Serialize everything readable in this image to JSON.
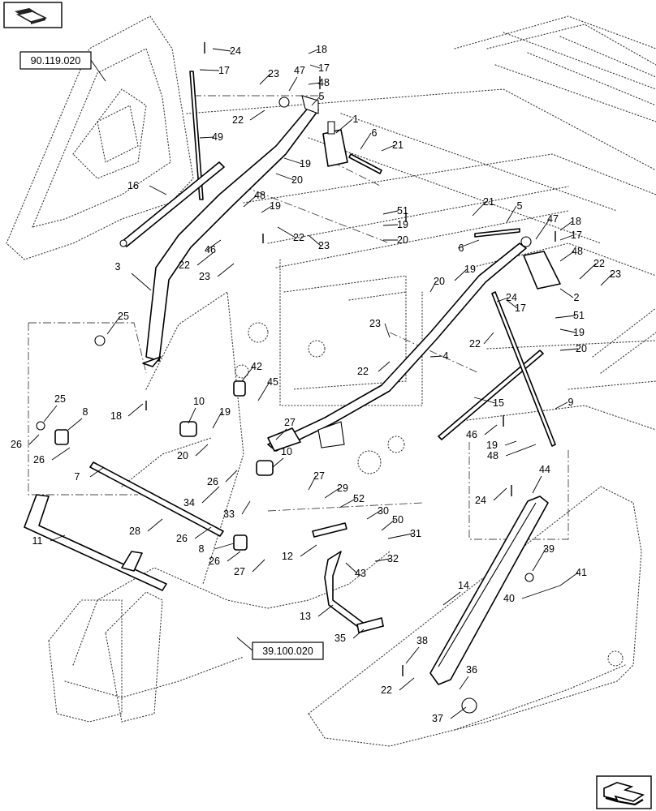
{
  "header": {
    "icon": "binder-book-icon"
  },
  "footer": {
    "icon": "next-page-arrow-icon"
  },
  "references": [
    {
      "id": "ref-top",
      "label": "90.119.020"
    },
    {
      "id": "ref-bottom",
      "label": "39.100.020"
    }
  ],
  "callouts": [
    {
      "id": "c24a",
      "label": "24"
    },
    {
      "id": "c17a",
      "label": "17"
    },
    {
      "id": "c18a",
      "label": "18"
    },
    {
      "id": "c23a",
      "label": "23"
    },
    {
      "id": "c47a",
      "label": "47"
    },
    {
      "id": "c17b",
      "label": "17"
    },
    {
      "id": "c48a",
      "label": "48"
    },
    {
      "id": "c5a",
      "label": "5"
    },
    {
      "id": "c22a",
      "label": "22"
    },
    {
      "id": "c1",
      "label": "1"
    },
    {
      "id": "c6a",
      "label": "6"
    },
    {
      "id": "c49",
      "label": "49"
    },
    {
      "id": "c21a",
      "label": "21"
    },
    {
      "id": "c19a",
      "label": "19"
    },
    {
      "id": "c20a",
      "label": "20"
    },
    {
      "id": "c16",
      "label": "16"
    },
    {
      "id": "c48b",
      "label": "48"
    },
    {
      "id": "c19b",
      "label": "19"
    },
    {
      "id": "c21b",
      "label": "21"
    },
    {
      "id": "c5b",
      "label": "5"
    },
    {
      "id": "c51a",
      "label": "51"
    },
    {
      "id": "c19c",
      "label": "19"
    },
    {
      "id": "c22b",
      "label": "22"
    },
    {
      "id": "c20b",
      "label": "20"
    },
    {
      "id": "c23b",
      "label": "23"
    },
    {
      "id": "c47b",
      "label": "47"
    },
    {
      "id": "c18b",
      "label": "18"
    },
    {
      "id": "c17c",
      "label": "17"
    },
    {
      "id": "c6b",
      "label": "6"
    },
    {
      "id": "c46a",
      "label": "46"
    },
    {
      "id": "c48c",
      "label": "48"
    },
    {
      "id": "c22c",
      "label": "22"
    },
    {
      "id": "c23c",
      "label": "23"
    },
    {
      "id": "c3",
      "label": "3"
    },
    {
      "id": "c19d",
      "label": "19"
    },
    {
      "id": "c20c",
      "label": "20"
    },
    {
      "id": "c22d",
      "label": "22"
    },
    {
      "id": "c23d",
      "label": "23"
    },
    {
      "id": "c24b",
      "label": "24"
    },
    {
      "id": "c2",
      "label": "2"
    },
    {
      "id": "c17d",
      "label": "17"
    },
    {
      "id": "c51b",
      "label": "51"
    },
    {
      "id": "c25a",
      "label": "25"
    },
    {
      "id": "c23e",
      "label": "23"
    },
    {
      "id": "c22e",
      "label": "22"
    },
    {
      "id": "c19e",
      "label": "19"
    },
    {
      "id": "c4",
      "label": "4"
    },
    {
      "id": "c20d",
      "label": "20"
    },
    {
      "id": "c22f",
      "label": "22"
    },
    {
      "id": "c42",
      "label": "42"
    },
    {
      "id": "c45",
      "label": "45"
    },
    {
      "id": "c15",
      "label": "15"
    },
    {
      "id": "c25b",
      "label": "25"
    },
    {
      "id": "c18c",
      "label": "18"
    },
    {
      "id": "c10a",
      "label": "10"
    },
    {
      "id": "c9",
      "label": "9"
    },
    {
      "id": "c19f",
      "label": "19"
    },
    {
      "id": "c8a",
      "label": "8"
    },
    {
      "id": "c27a",
      "label": "27"
    },
    {
      "id": "c46b",
      "label": "46"
    },
    {
      "id": "c26a",
      "label": "26"
    },
    {
      "id": "c20e",
      "label": "20"
    },
    {
      "id": "c10b",
      "label": "10"
    },
    {
      "id": "c19g",
      "label": "19"
    },
    {
      "id": "c26b",
      "label": "26"
    },
    {
      "id": "c48d",
      "label": "48"
    },
    {
      "id": "c7",
      "label": "7"
    },
    {
      "id": "c27b",
      "label": "27"
    },
    {
      "id": "c44",
      "label": "44"
    },
    {
      "id": "c26c",
      "label": "26"
    },
    {
      "id": "c29",
      "label": "29"
    },
    {
      "id": "c24c",
      "label": "24"
    },
    {
      "id": "c34",
      "label": "34"
    },
    {
      "id": "c33",
      "label": "33"
    },
    {
      "id": "c52",
      "label": "52"
    },
    {
      "id": "c30",
      "label": "30"
    },
    {
      "id": "c28",
      "label": "28"
    },
    {
      "id": "c26d",
      "label": "26"
    },
    {
      "id": "c50",
      "label": "50"
    },
    {
      "id": "c11",
      "label": "11"
    },
    {
      "id": "c8b",
      "label": "8"
    },
    {
      "id": "c31",
      "label": "31"
    },
    {
      "id": "c12",
      "label": "12"
    },
    {
      "id": "c39",
      "label": "39"
    },
    {
      "id": "c26e",
      "label": "26"
    },
    {
      "id": "c32",
      "label": "32"
    },
    {
      "id": "c27c",
      "label": "27"
    },
    {
      "id": "c43",
      "label": "43"
    },
    {
      "id": "c41",
      "label": "41"
    },
    {
      "id": "c40",
      "label": "40"
    },
    {
      "id": "c14",
      "label": "14"
    },
    {
      "id": "c13",
      "label": "13"
    },
    {
      "id": "c35",
      "label": "35"
    },
    {
      "id": "c38",
      "label": "38"
    },
    {
      "id": "c36",
      "label": "36"
    },
    {
      "id": "c22g",
      "label": "22"
    },
    {
      "id": "c37",
      "label": "37"
    }
  ]
}
